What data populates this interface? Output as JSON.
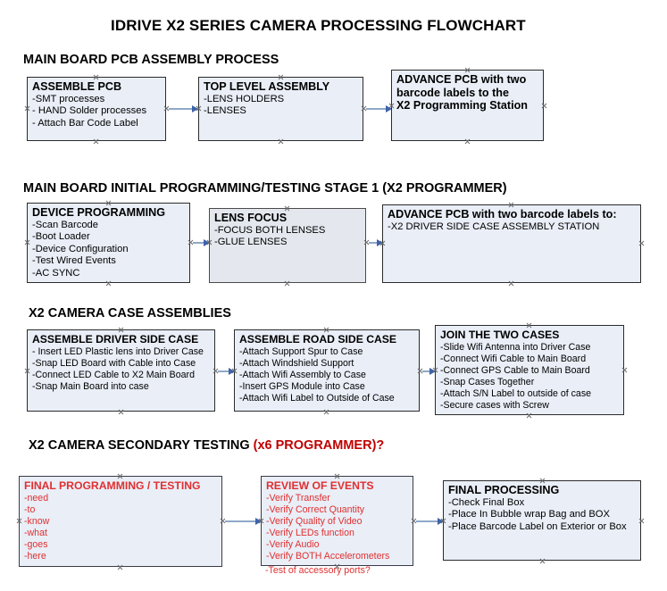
{
  "document": {
    "title": "IDRIVE X2  SERIES CAMERA PROCESSING FLOWCHART"
  },
  "colors": {
    "box_fill": "#e9eef7",
    "box_fill_gray": "#e4e8ee",
    "box_border": "#2b2b2b",
    "accent_red": "#c00000",
    "text_red": "#e03030",
    "arrow_line": "#8fa8c8",
    "arrow_head": "#3f63a8"
  },
  "sections": [
    {
      "heading": "MAIN BOARD PCB ASSEMBLY PROCESS",
      "heading_accent": "",
      "nodes": [
        {
          "title": "ASSEMBLE PCB",
          "items": [
            "-SMT processes",
            "- HAND Solder processes",
            "- Attach Bar Code Label"
          ]
        },
        {
          "title": "TOP LEVEL ASSEMBLY",
          "items": [
            "-LENS HOLDERS",
            "-LENSES"
          ]
        },
        {
          "title": "ADVANCE PCB with two",
          "items": [
            "barcode labels to the",
            " X2 Programming Station"
          ]
        }
      ]
    },
    {
      "heading": "MAIN BOARD INITIAL PROGRAMMING/TESTING STAGE 1 (X2 PROGRAMMER)",
      "heading_accent": "",
      "nodes": [
        {
          "title": "DEVICE PROGRAMMING",
          "items": [
            "-Scan Barcode",
            "-Boot Loader",
            "-Device Configuration",
            "-Test Wired Events",
            "-AC SYNC"
          ]
        },
        {
          "title": "LENS FOCUS",
          "items": [
            "-FOCUS BOTH LENSES",
            "-GLUE LENSES"
          ]
        },
        {
          "title": "ADVANCE PCB with two barcode labels to:",
          "items": [
            "-X2 DRIVER  SIDE  CASE  ASSEMBLY STATION"
          ]
        }
      ]
    },
    {
      "heading": "X2 CAMERA CASE ASSEMBLIES",
      "heading_accent": "",
      "nodes": [
        {
          "title": "ASSEMBLE DRIVER SIDE CASE",
          "items": [
            "- Insert LED Plastic lens into Driver Case",
            "-Snap LED Board with Cable into Case",
            "-Connect LED Cable to X2 Main Board",
            "-Snap Main Board into case"
          ]
        },
        {
          "title": "ASSEMBLE ROAD SIDE CASE",
          "items": [
            "-Attach Support Spur to Case",
            "-Attach Windshield Support",
            "-Attach Wifi Assembly to Case",
            "-Insert GPS Module into Case",
            "-Attach Wifi Label to Outside of Case"
          ]
        },
        {
          "title": "JOIN THE TWO CASES",
          "items": [
            "-Slide Wifi Antenna into Driver Case",
            "-Connect Wifi Cable to Main Board",
            "-Connect GPS Cable to Main Board",
            "-Snap Cases Together",
            "-Attach S/N Label to outside of case",
            "-Secure cases with Screw"
          ]
        }
      ]
    },
    {
      "heading": "X2 CAMERA SECONDARY TESTING ",
      "heading_accent": "(x6 PROGRAMMER)?",
      "nodes": [
        {
          "title": "FINAL PROGRAMMING / TESTING",
          "items": [
            "-need",
            "-to",
            "-know",
            "-what",
            "-goes",
            "-here"
          ]
        },
        {
          "title": "REVIEW OF EVENTS",
          "items": [
            "-Verify Transfer",
            "-Verify Correct Quantity",
            "-Verify Quality of Video",
            "-Verify LEDs function",
            "-Verify Audio",
            "-Verify BOTH Accelerometers"
          ],
          "overflow_item": "-Test of accessory ports?"
        },
        {
          "title": "FINAL PROCESSING",
          "items": [
            " -Check Final Box",
            "-Place In Bubble wrap Bag and BOX",
            "-Place Barcode Label on Exterior or Box"
          ]
        }
      ]
    }
  ]
}
